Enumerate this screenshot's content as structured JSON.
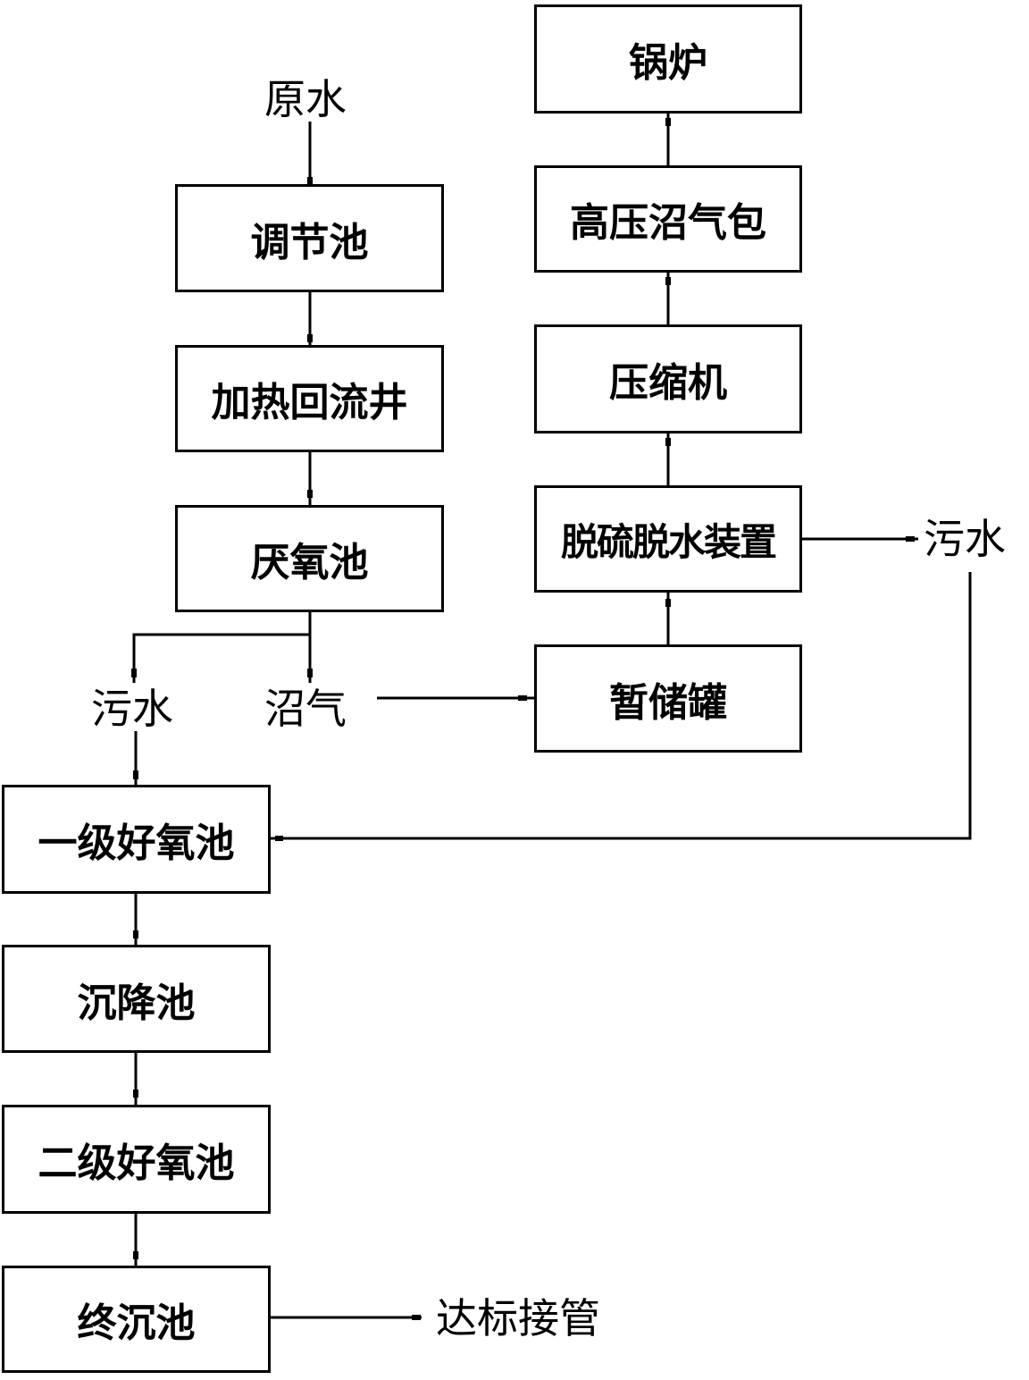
{
  "diagram": {
    "type": "process-flowchart",
    "nodes": {
      "raw_water": "原水",
      "regulating_tank": "调节池",
      "heating_reflux_well": "加热回流井",
      "anaerobic_tank": "厌氧池",
      "wastewater_left": "污水",
      "biogas": "沼气",
      "storage_tank": "暂储罐",
      "desulfurization_dehydration": "脱硫脱水装置",
      "wastewater_right": "污水",
      "compressor": "压缩机",
      "high_pressure_gas_holder": "高压沼气包",
      "boiler": "锅炉",
      "primary_aerobic_tank": "一级好氧池",
      "settling_tank": "沉降池",
      "secondary_aerobic_tank": "二级好氧池",
      "final_settling_tank": "终沉池",
      "discharge_standard": "达标接管"
    },
    "edges": [
      [
        "raw_water",
        "regulating_tank"
      ],
      [
        "regulating_tank",
        "heating_reflux_well"
      ],
      [
        "heating_reflux_well",
        "anaerobic_tank"
      ],
      [
        "anaerobic_tank",
        "wastewater_left"
      ],
      [
        "anaerobic_tank",
        "biogas"
      ],
      [
        "biogas",
        "storage_tank"
      ],
      [
        "storage_tank",
        "desulfurization_dehydration"
      ],
      [
        "desulfurization_dehydration",
        "compressor"
      ],
      [
        "desulfurization_dehydration",
        "wastewater_right"
      ],
      [
        "compressor",
        "high_pressure_gas_holder"
      ],
      [
        "high_pressure_gas_holder",
        "boiler"
      ],
      [
        "wastewater_left",
        "primary_aerobic_tank"
      ],
      [
        "wastewater_right",
        "primary_aerobic_tank"
      ],
      [
        "primary_aerobic_tank",
        "settling_tank"
      ],
      [
        "settling_tank",
        "secondary_aerobic_tank"
      ],
      [
        "secondary_aerobic_tank",
        "final_settling_tank"
      ],
      [
        "final_settling_tank",
        "discharge_standard"
      ]
    ]
  }
}
